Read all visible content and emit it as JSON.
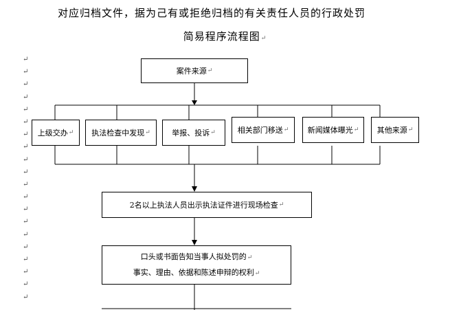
{
  "title_line1": "对应归档文件，据为己有或拒绝归档的有关责任人员的行政处罚",
  "title_line2": "简易程序流程图",
  "return_mark": "↵",
  "nodes": {
    "source": "案件来源",
    "sources": [
      "上级交办",
      "执法检查中发现",
      "举报、投诉",
      "相关部门移送",
      "新闻媒体曝光",
      "其他来源"
    ],
    "inspection": "2名以上执法人员出示执法证件进行现场检查",
    "notify_line1": "口头或书面告知当事人拟处罚的",
    "notify_line2": "事实、理由、依据和陈述申辩的权利"
  }
}
